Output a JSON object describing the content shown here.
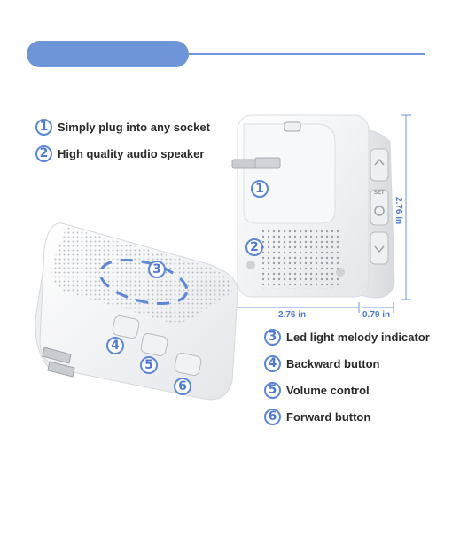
{
  "features_top": [
    {
      "num": "1",
      "text": "Simply plug into any socket"
    },
    {
      "num": "2",
      "text": "High quality audio speaker"
    }
  ],
  "features_bottom": [
    {
      "num": "3",
      "text": "Led light melody indicator"
    },
    {
      "num": "4",
      "text": "Backward button"
    },
    {
      "num": "5",
      "text": "Volume control"
    },
    {
      "num": "6",
      "text": "Forward button"
    }
  ],
  "dimensions": {
    "height": "2.76 in",
    "width": "2.76 in",
    "depth": "0.79 in"
  },
  "device_labels": {
    "set_button": "SET",
    "badge_1": "1",
    "badge_2": "2",
    "badge_3": "3",
    "badge_4": "4",
    "badge_5": "5",
    "badge_6": "6"
  },
  "colors": {
    "accent": "#6f95d9",
    "badge": "#5b87d6",
    "text": "#2b2b2b"
  }
}
